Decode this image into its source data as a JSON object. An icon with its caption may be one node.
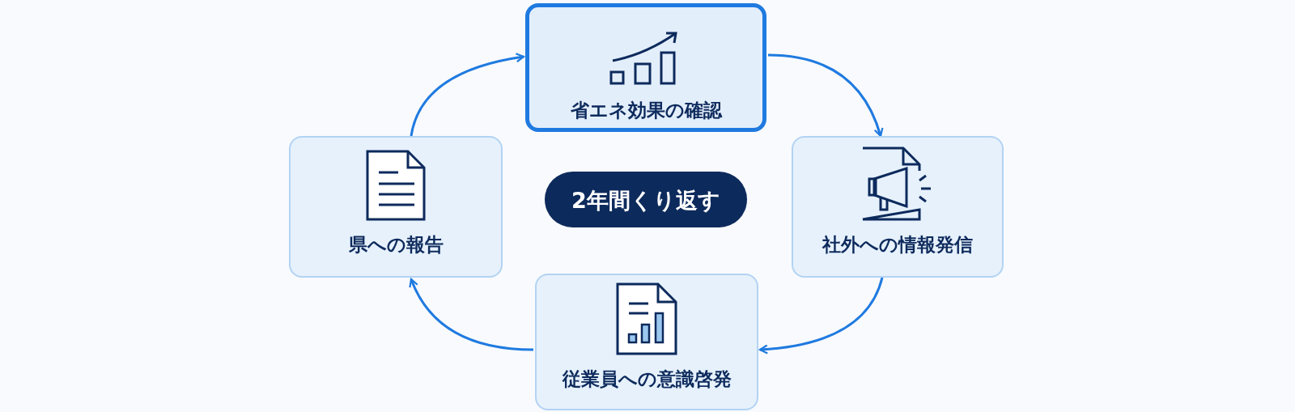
{
  "diagram": {
    "nodes": [
      {
        "text": [
          "省エネ効果の確認"
        ]
      },
      {
        "text": [
          "県への報告"
        ]
      },
      {
        "text": [
          "2年間くり返す"
        ]
      },
      {
        "text": [
          "社外への情報発信"
        ]
      },
      {
        "text": [
          "従業員への意識啓発"
        ]
      }
    ],
    "edges": [
      {
        "from": 1,
        "to": 0,
        "arrow": "to"
      },
      {
        "from": 0,
        "to": 3,
        "arrow": "to"
      },
      {
        "from": 3,
        "to": 4,
        "arrow": "to"
      },
      {
        "from": 4,
        "to": 1,
        "arrow": "to"
      }
    ]
  }
}
